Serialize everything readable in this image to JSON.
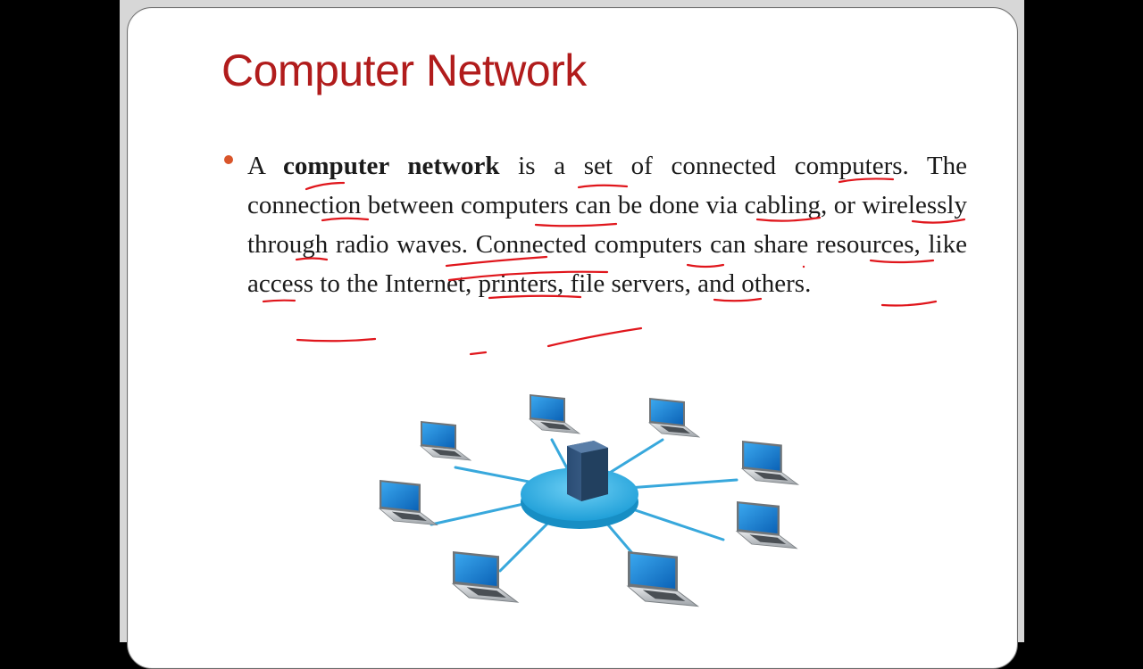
{
  "slide": {
    "title": "Computer Network",
    "bullet": {
      "part1": "A ",
      "bold": "computer network",
      "part2": " is a set of connected computers. The connection between computers can be done via cabling, or wirelessly through radio waves. Connected computers can share resources, like access to the Internet, printers, file servers, and others."
    }
  },
  "colors": {
    "title": "#b11c1c",
    "bullet": "#d9552a",
    "annotation_ink": "#e0161c",
    "hub": "#35aee2",
    "cable": "#38a8dc",
    "screen": "#1b86d6",
    "server": "#2e4f76"
  },
  "figure": {
    "icons": [
      "server-icon",
      "network-hub-icon",
      "laptop-icon"
    ]
  }
}
